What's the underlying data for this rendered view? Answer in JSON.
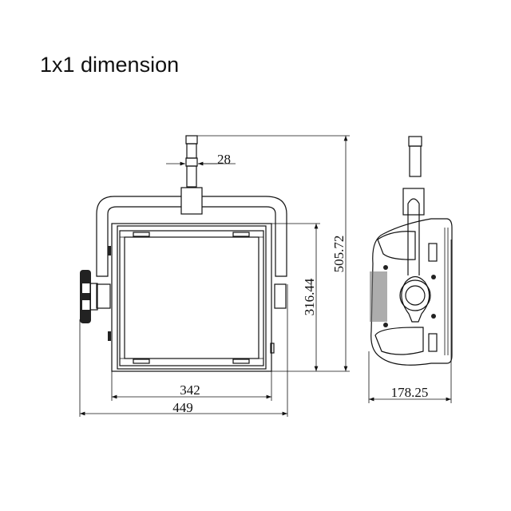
{
  "title": "1x1 dimension",
  "dimensions": {
    "pin_width": "28",
    "overall_height": "505.72",
    "panel_height": "316.44",
    "panel_width": "342",
    "overall_width": "449",
    "depth": "178.25"
  }
}
